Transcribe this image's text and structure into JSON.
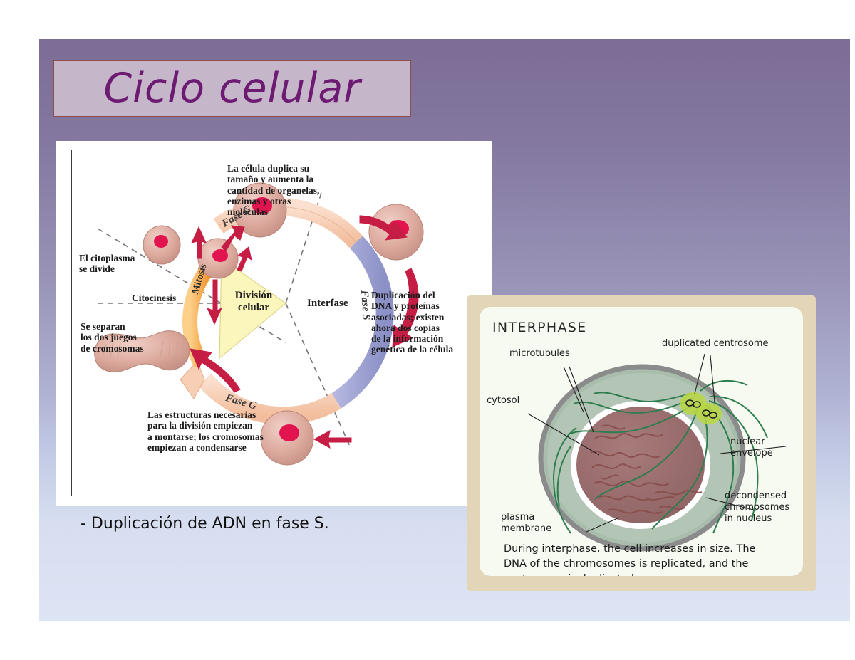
{
  "slide": {
    "title": "Ciclo celular",
    "bullet": "- Duplicación de ADN en fase S.",
    "colors": {
      "bg_top": "#7c6d96",
      "bg_mid": "#a9a8c8",
      "bg_bottom": "#dde4f4",
      "title_box_fill": "#c6b6ca",
      "title_box_border": "#8a4f47",
      "title_text": "#6d1a73"
    }
  },
  "cycle_figure": {
    "labels": {
      "g1_text": "La célula duplica su\ntamaño y aumenta la\ncantidad de organelas,\nenzimas y otras\nmoléculas",
      "s_text": "Duplicación del\nDNA y proteínas\nasociadas; existen\nahora dos copias\nde la información\ngenética de la célula",
      "g2_text": "Las estructuras necesarias\npara la división empiezan\na montarse; los cromosomas\nempiezan a condensarse",
      "cytoplasm_text": "El citoplasma\nse divide",
      "cytokinesis": "Citocinesis",
      "chromosome_sets": "Se separan\nlos dos juegos\nde cromosomas",
      "mitosis": "Mitosis",
      "cell_division": "División\ncelular",
      "interphase": "Interfase",
      "fase_g_top": "Fase G",
      "fase_s": "Fase S",
      "fase_g_bottom": "Fase G"
    },
    "colors": {
      "fase_g_arc": "#f6cdb2",
      "fase_s_arc": "#9a9fd0",
      "mitosis_arrow": "#ef8a21",
      "division_wedge": "#faf6bc",
      "cell_body": "#ddaa9e",
      "cell_nucleus": "#e11450",
      "arrow": "#c61d45"
    }
  },
  "interphase_figure": {
    "heading": "INTERPHASE",
    "labels": {
      "microtubules": "microtubules",
      "cytosol": "cytosol",
      "duplicated_centrosome": "duplicated centrosome",
      "nuclear_envelope": "nuclear\nenvelope",
      "decondensed_chromosomes": "decondensed\nchromosomes\nin nucleus",
      "plasma_membrane": "plasma\nmembrane"
    },
    "caption": "During interphase, the cell increases in size. The\nDNA of the chromosomes is replicated, and the\ncentrosome is duplicated.",
    "colors": {
      "frame": "#e3d6b8",
      "panel": "#f6faf1",
      "cytoplasm": "#a9bdac",
      "membrane": "#8b8b8b",
      "nucleus": "#9d7070",
      "microtubule": "#2e7d4f",
      "centrosome": "#b9d642"
    }
  }
}
